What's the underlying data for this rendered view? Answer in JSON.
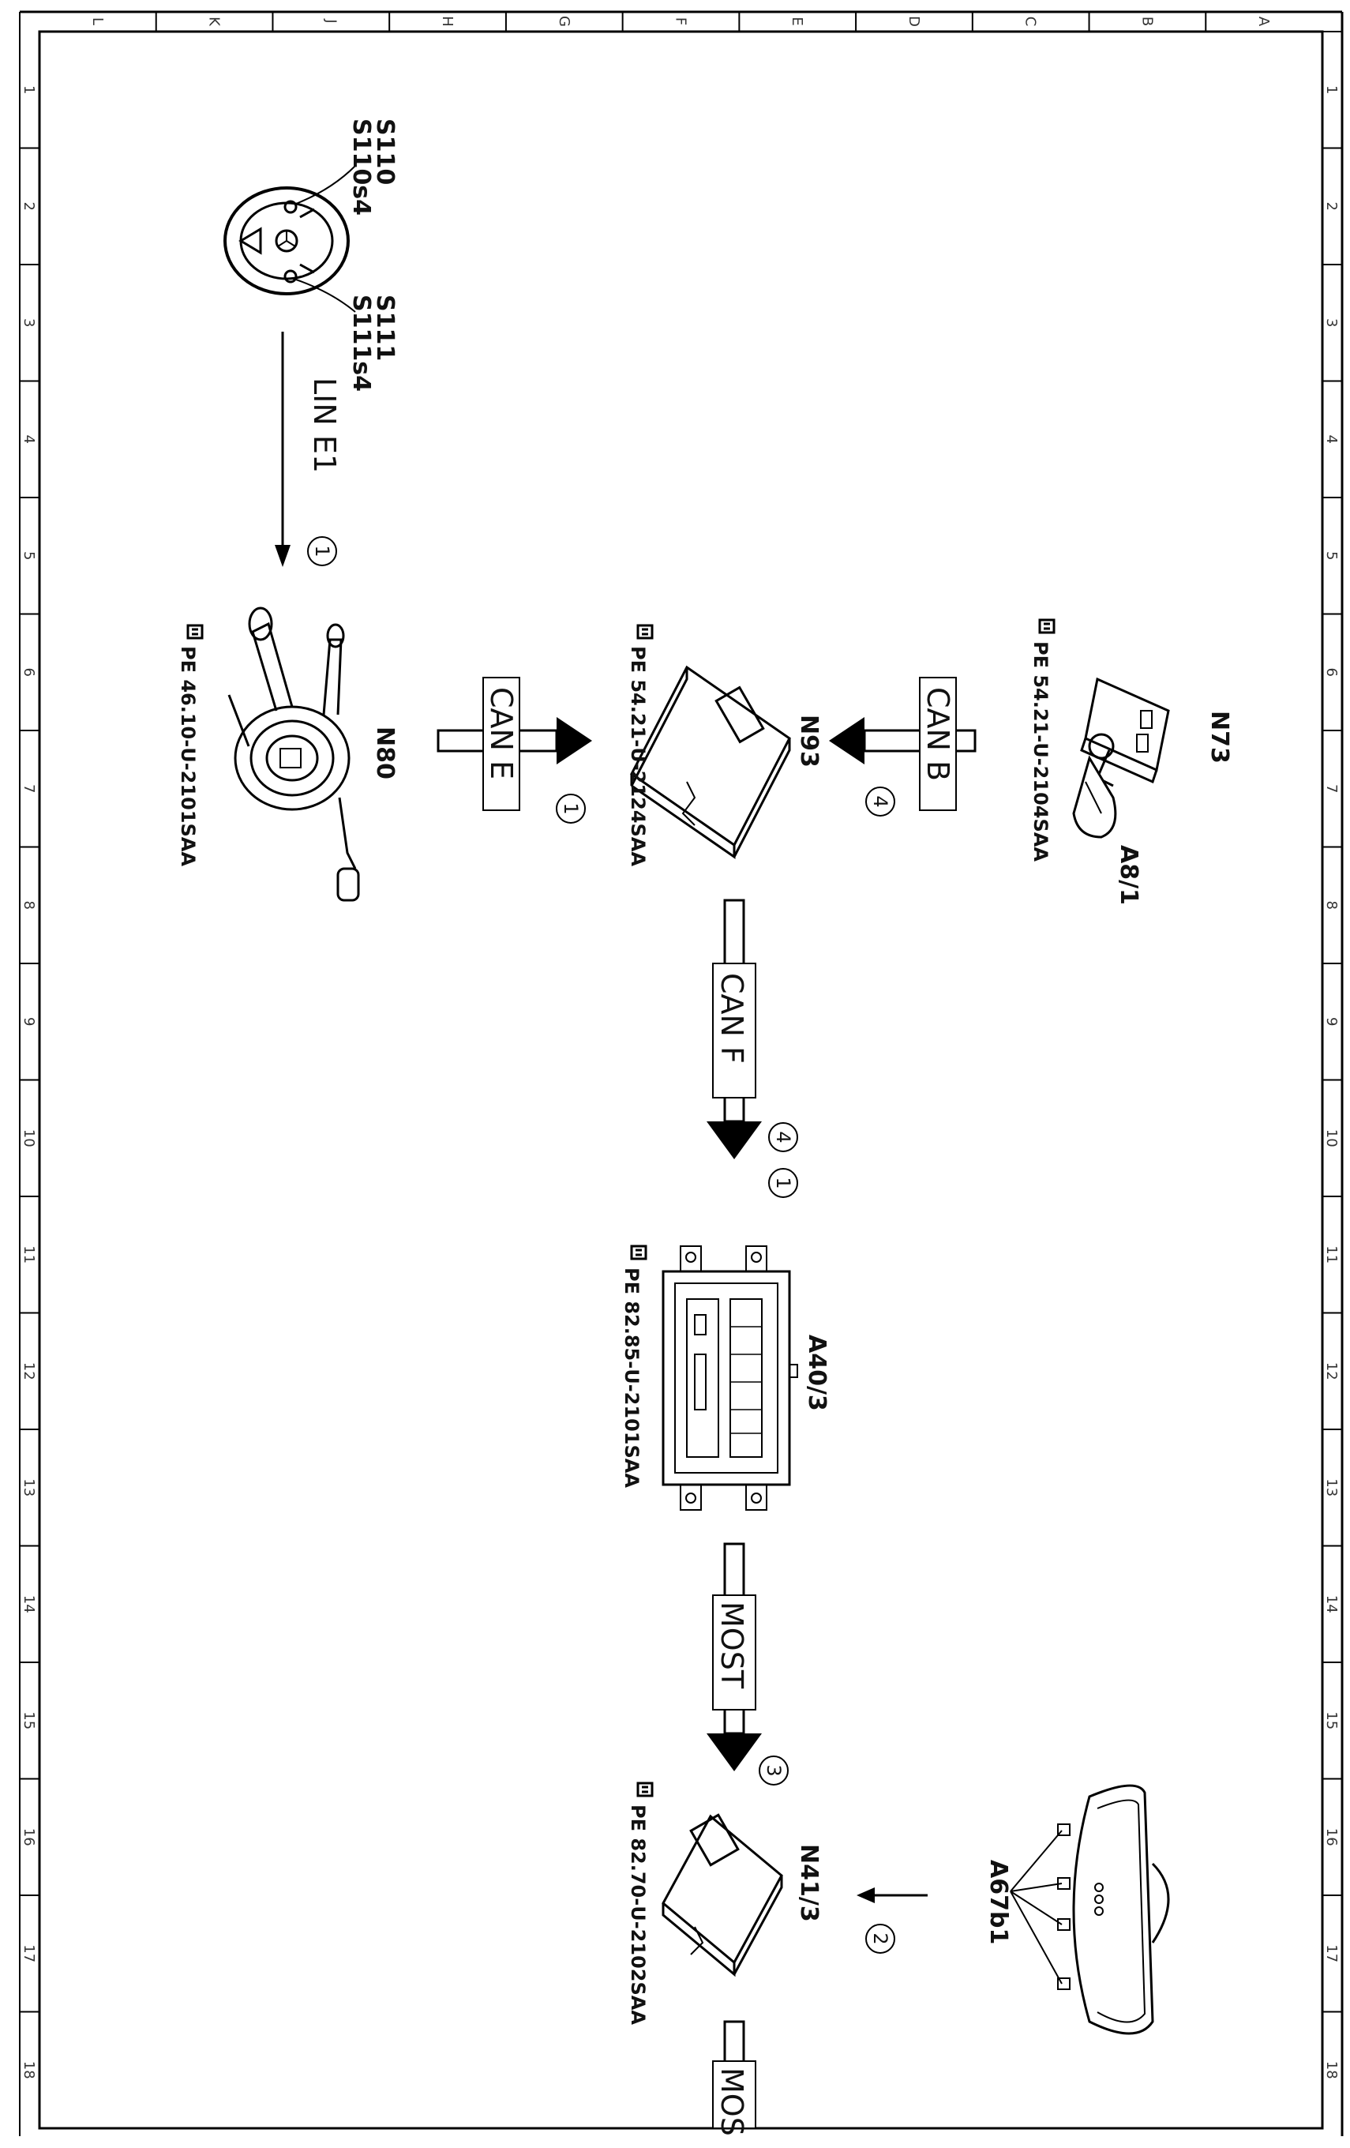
{
  "grid": {
    "letters": [
      "L",
      "K",
      "J",
      "H",
      "G",
      "F",
      "E",
      "D",
      "C",
      "B",
      "A"
    ],
    "numbers": [
      "1",
      "2",
      "3",
      "4",
      "5",
      "6",
      "7",
      "8",
      "9",
      "10",
      "11",
      "12",
      "13",
      "14",
      "15",
      "16",
      "17",
      "18"
    ]
  },
  "components": {
    "steering_wheel": {
      "label_top_1": "S110",
      "label_top_2": "S110s4",
      "label_bottom_1": "S111",
      "label_bottom_2": "S111s4"
    },
    "n80": {
      "label": "N80",
      "ref": "PE 46.10-U-2101SAA"
    },
    "n93": {
      "label": "N93",
      "ref": "PE 54.21-U-2124SAA"
    },
    "n73": {
      "label": "N73",
      "sub_label": "A8/1",
      "ref": "PE 54.21-U-2104SAA"
    },
    "a40_3": {
      "label": "A40/3",
      "ref": "PE 82.85-U-2101SAA"
    },
    "n41_3": {
      "label": "N41/3",
      "ref": "PE 82.70-U-2102SAA"
    },
    "a67b1": {
      "label": "A67b1"
    }
  },
  "connections": {
    "lin_e1": {
      "label": "LIN E1",
      "num": "1"
    },
    "can_e": {
      "label": "CAN E",
      "num": "1"
    },
    "can_b": {
      "label": "CAN B",
      "num": "4"
    },
    "can_f": {
      "label": "CAN F",
      "num_1": "4",
      "num_2": "1"
    },
    "most_1": {
      "label": "MOST",
      "num": "3"
    },
    "a67_link": {
      "num": "2"
    },
    "most_2": {
      "label": "MOS"
    }
  }
}
